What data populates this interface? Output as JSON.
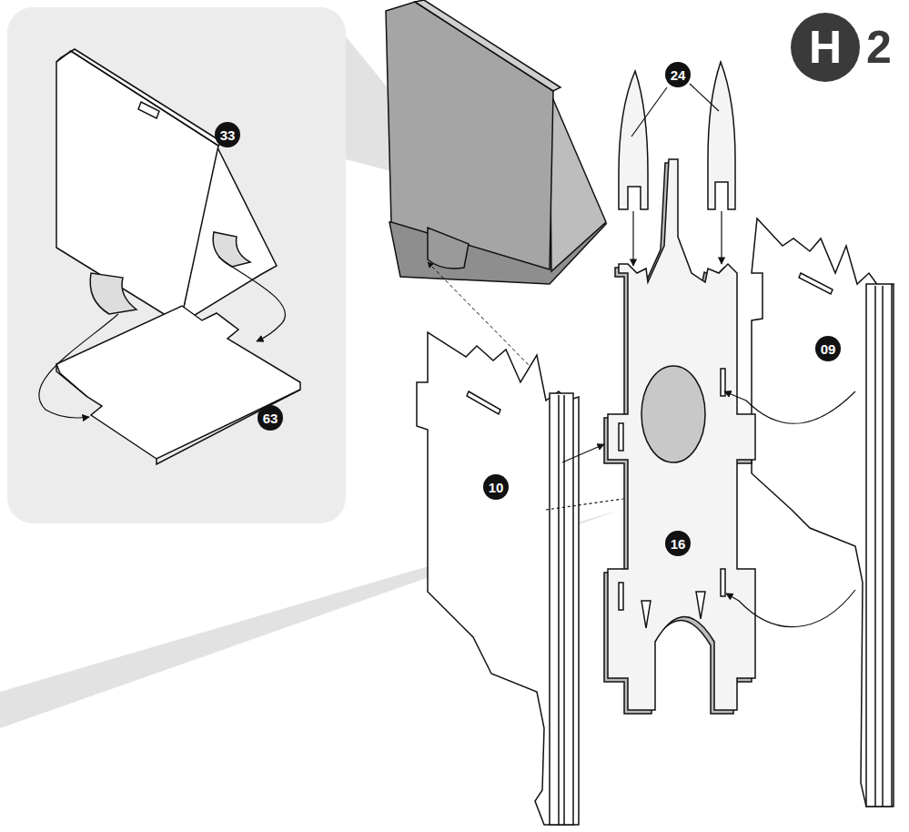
{
  "diagram": {
    "labels": [
      "H",
      "2",
      "24",
      "33",
      "10",
      "09",
      "16",
      "63"
    ]
  }
}
